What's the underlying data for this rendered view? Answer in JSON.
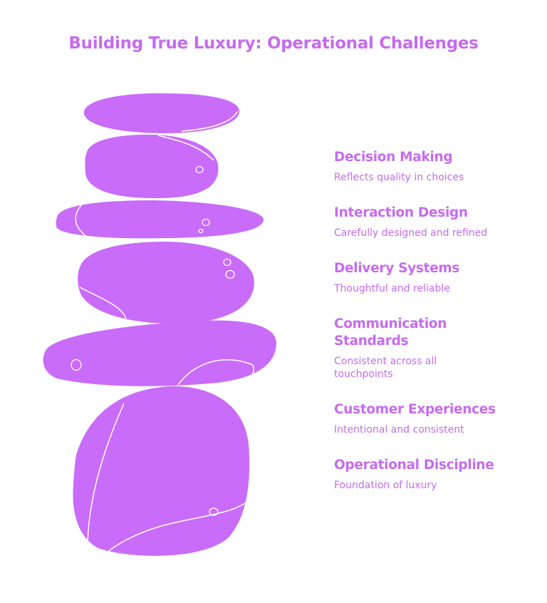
{
  "title": "Building True Luxury: Operational Challenges",
  "colors": {
    "stone_fill": "#c96cf9",
    "accent_text": "#c66bf0",
    "outline": "#ffffff"
  },
  "stages": [
    {
      "title": "Decision Making",
      "description": "Reflects quality in choices"
    },
    {
      "title": "Interaction Design",
      "description": "Carefully designed and refined"
    },
    {
      "title": "Delivery Systems",
      "description": "Thoughtful and reliable"
    },
    {
      "title": "Communication Standards",
      "description": "Consistent across all touchpoints"
    },
    {
      "title": "Customer Experiences",
      "description": "Intentional and consistent"
    },
    {
      "title": "Operational Discipline",
      "description": "Foundation of luxury"
    }
  ]
}
